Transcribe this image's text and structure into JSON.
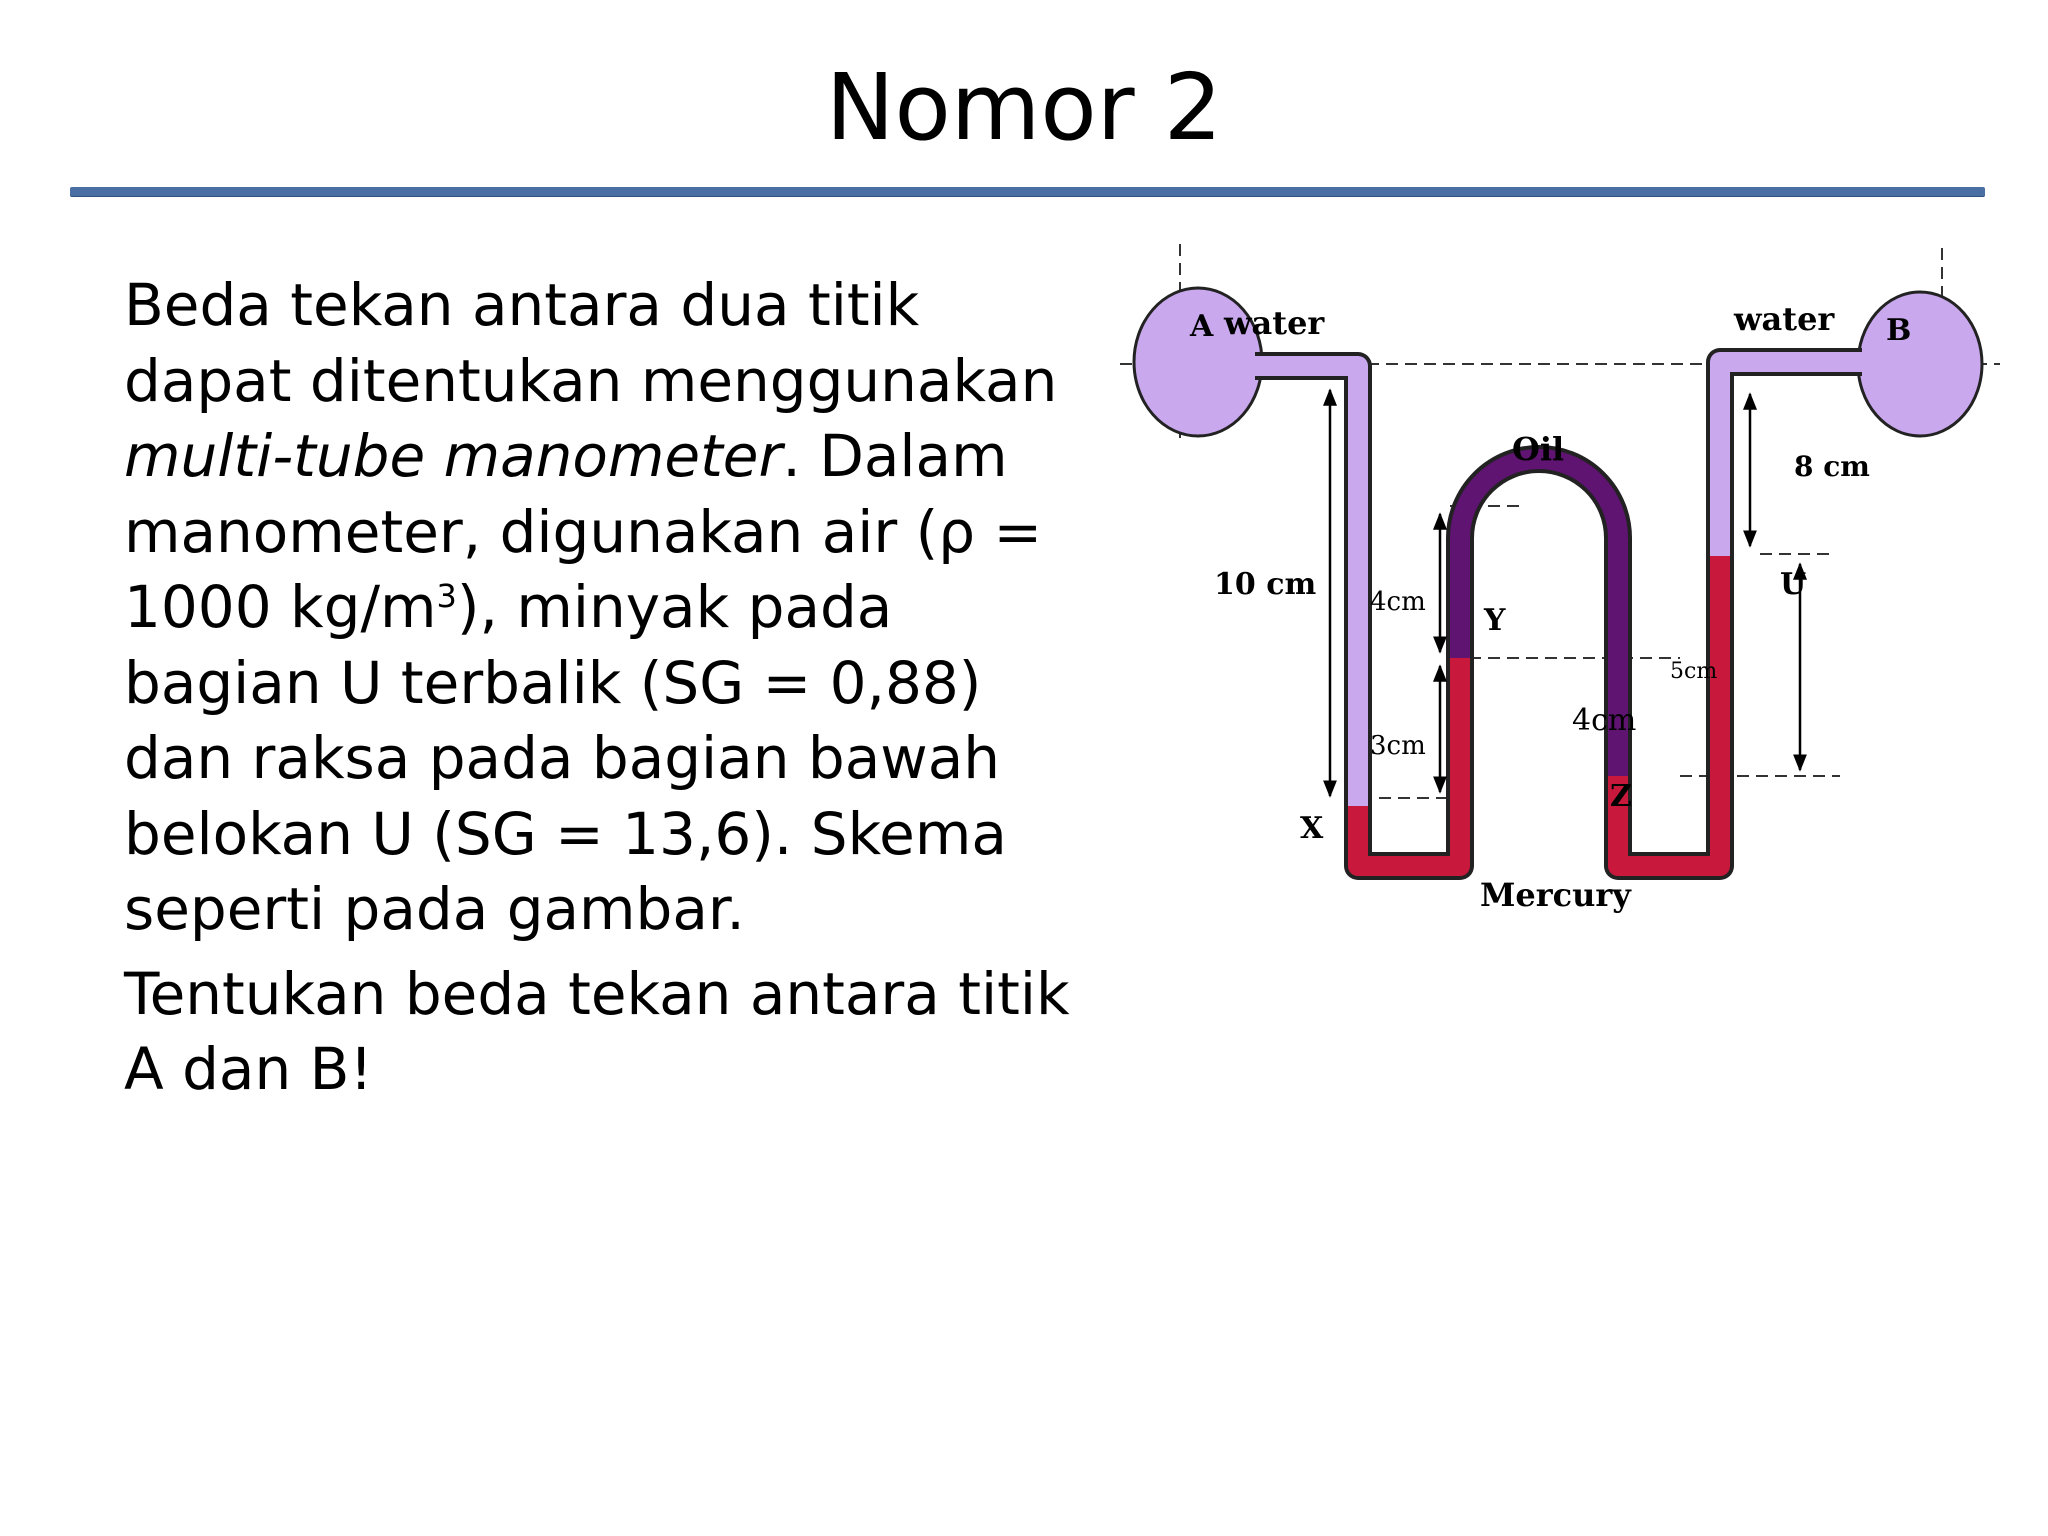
{
  "slide": {
    "title": "Nomor 2",
    "paragraph1": {
      "part1": "Beda tekan antara dua titik dapat ditentukan menggunakan ",
      "italic1": "multi-tube manometer",
      "part2": ". Dalam manometer, digunakan air (ρ = 1000 kg/m",
      "sup": "3",
      "part3": "), minyak pada bagian U terbalik (SG = 0,88) dan raksa pada bagian bawah belokan U (SG = 13,6). Skema seperti pada gambar."
    },
    "paragraph2": "Tentukan beda tekan antara titik A dan B!"
  },
  "diagram": {
    "labels": {
      "water_left": "water",
      "water_right": "water",
      "point_a": "A",
      "point_b": "B",
      "oil": "Oil",
      "dim_10cm": "10 cm",
      "dim_8cm": "8 cm",
      "dim_4cm_left": "4cm",
      "dim_3cm": "3cm",
      "dim_5cm": "5cm",
      "dim_4cm_right": "4cm",
      "point_x": "X",
      "point_y": "Y",
      "point_z": "Z",
      "point_u": "U",
      "mercury": "Mercury"
    },
    "colors": {
      "water": "#c9a8ee",
      "oil": "#5e1470",
      "mercury": "#c8183c",
      "outline": "#222222"
    }
  }
}
